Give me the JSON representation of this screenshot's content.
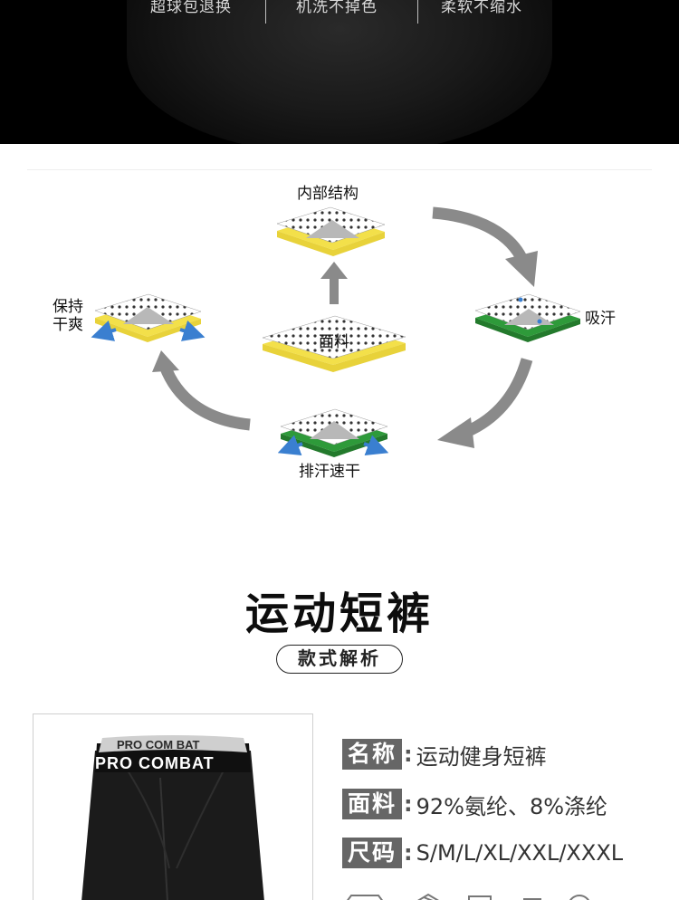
{
  "banner": {
    "features": [
      "超球包退换",
      "机洗不掉色",
      "柔软不缩水"
    ]
  },
  "diagram": {
    "labels": {
      "internal": "内部结构",
      "fabric": "面料",
      "absorb": "吸汗",
      "quick_dry": "排汗速干",
      "keep_dry_line1": "保持",
      "keep_dry_line2": "干爽"
    },
    "colors": {
      "yellow_layer": "#f3e04a",
      "green_layer": "#2e9a3a",
      "arrow": "#8a8a8a",
      "flow_arrow": "#3a7fd0"
    }
  },
  "heading": {
    "title": "运动短裤",
    "subtitle": "款式解析"
  },
  "product": {
    "waistband_text_top": "PRO COM BAT",
    "waistband_text_bottom": "PRO COMBAT"
  },
  "specs": [
    {
      "label": "名称",
      "value": "运动健身短裤"
    },
    {
      "label": "面料",
      "value": "92%氨纶、8%涤纶"
    },
    {
      "label": "尺码",
      "value": "S/M/L/XL/XXL/XXXL"
    }
  ]
}
